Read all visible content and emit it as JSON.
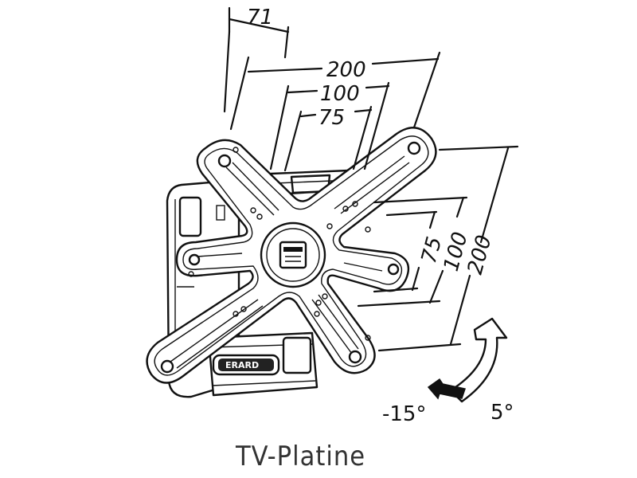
{
  "dimensions": {
    "offset": "71",
    "horizontal": [
      "200",
      "100",
      "75"
    ],
    "vertical": [
      "75",
      "100",
      "200"
    ]
  },
  "tilt": {
    "down": "-15°",
    "up": "5°"
  },
  "brand": "ERARD",
  "caption": "TV-Platine"
}
